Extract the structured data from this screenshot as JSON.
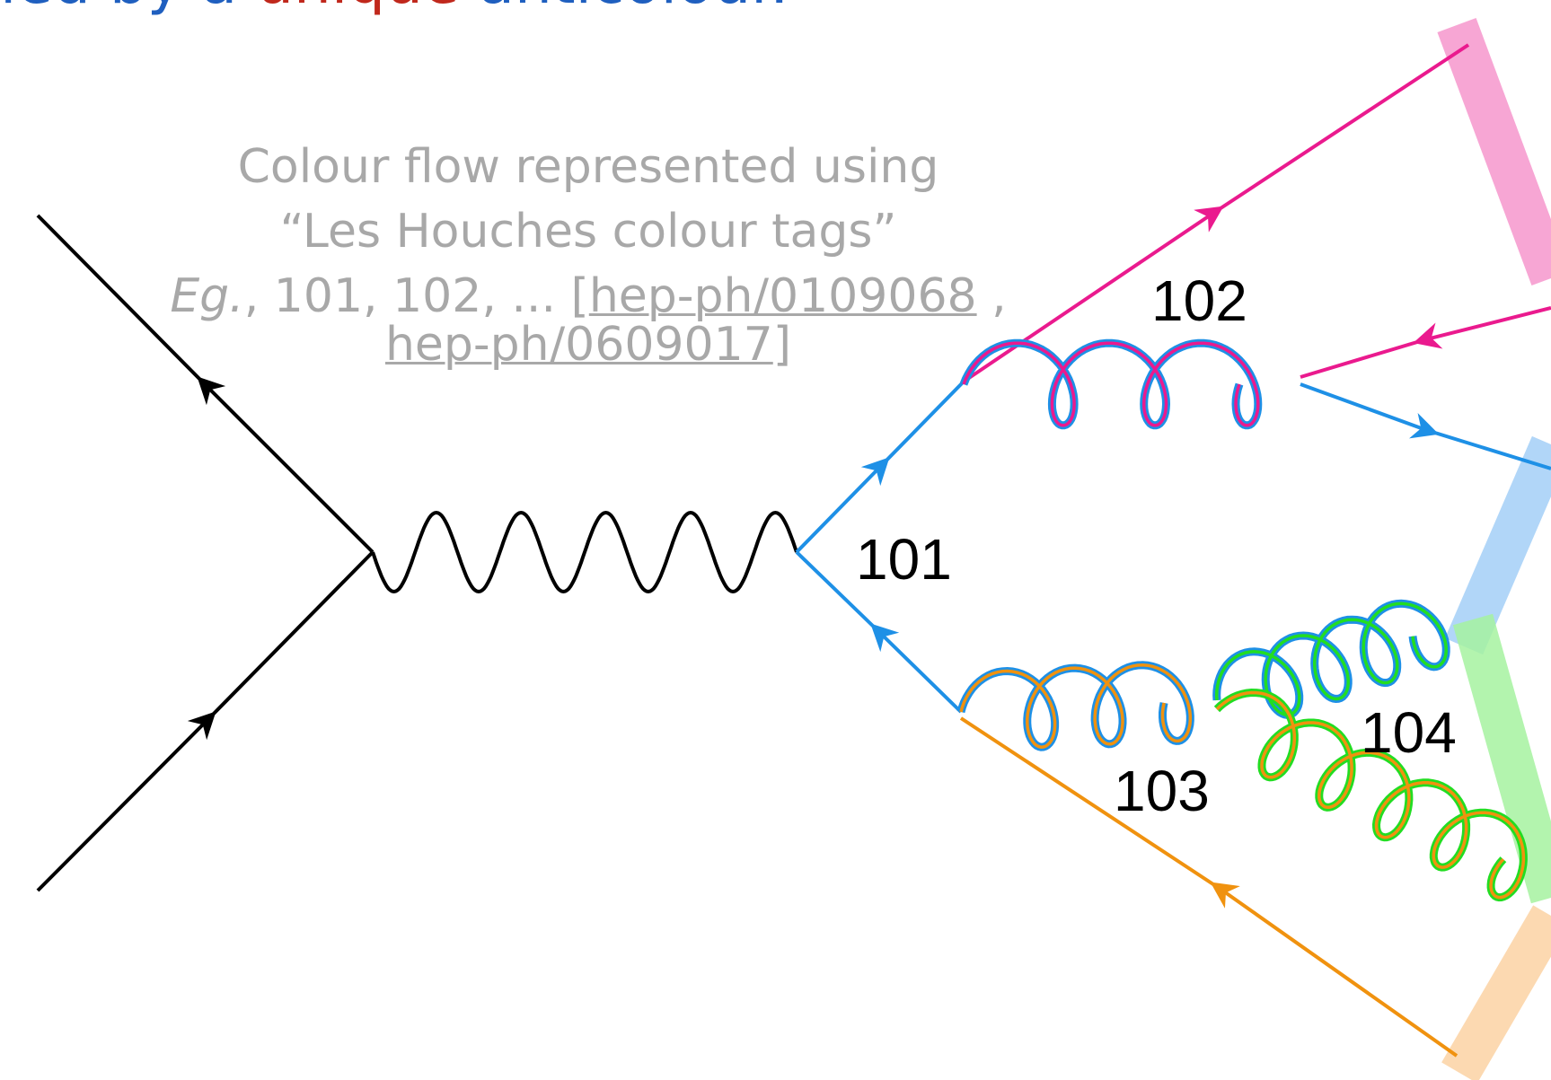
{
  "heading": {
    "pre": "ied by a ",
    "highlight": "unique",
    "post": " anticolour."
  },
  "note": {
    "line1": "Colour flow represented using",
    "line2": "“Les Houches colour tags”",
    "example_prefix": "Eg.",
    "example_values": ", 101, 102, ... [",
    "ref1": "hep-ph/0109068",
    "ref_separator": " ,",
    "ref2": "hep-ph/0609017",
    "closing_bracket": "]"
  },
  "diagram": {
    "tags": {
      "t101": "101",
      "t102": "102",
      "t103": "103",
      "t104": "104"
    },
    "colors": {
      "fermion": "#000000",
      "tag101": "#1e90e6",
      "tag102": "#ea1a8e",
      "tag103": "#f0920f",
      "tag104": "#22dd22",
      "band_pink": "#f7a6d4",
      "band_blue": "#a9d2f7",
      "band_green": "#a6f2a0",
      "band_orange": "#fcd5a8"
    }
  }
}
